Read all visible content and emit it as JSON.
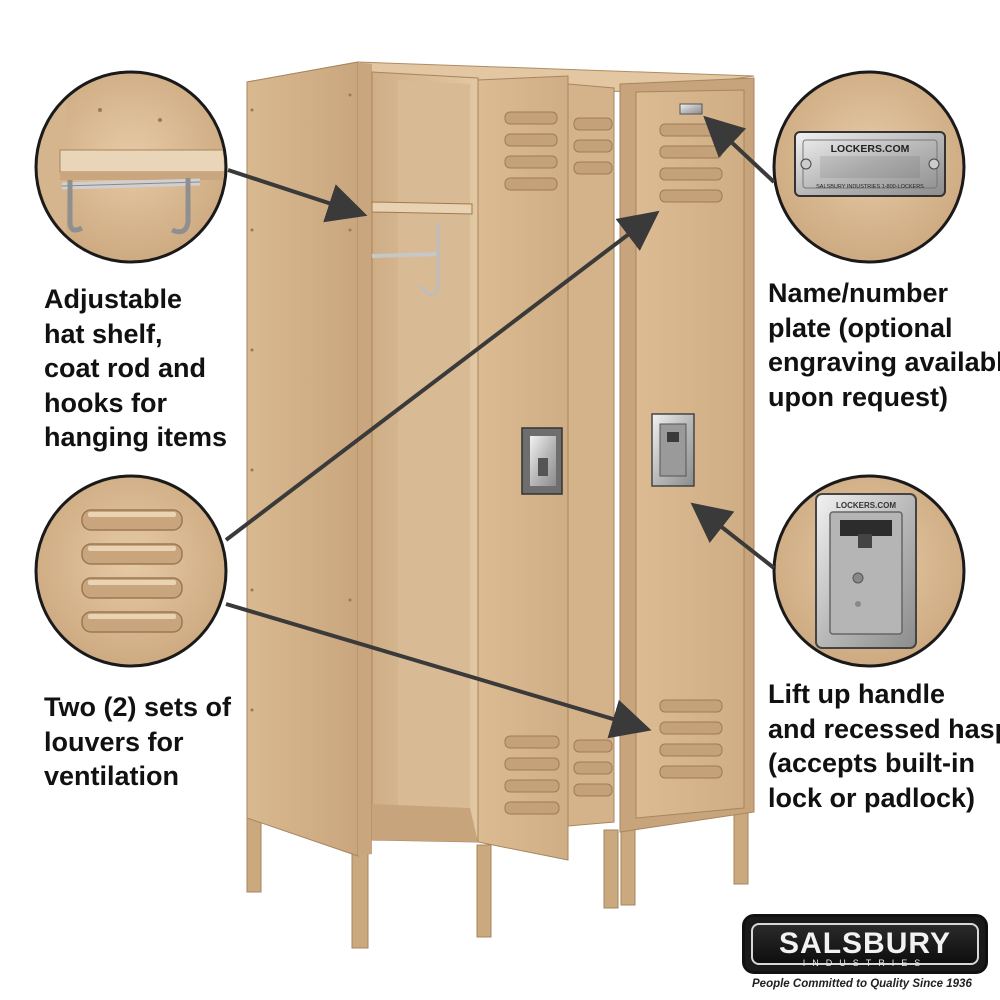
{
  "callouts": {
    "shelf": [
      "Adjustable",
      "hat shelf,",
      "coat rod and",
      "hooks for",
      "hanging items"
    ],
    "plate": [
      "Name/number",
      "plate (optional",
      "engraving available",
      "upon request)"
    ],
    "louvers": [
      "Two (2) sets of",
      "louvers for",
      "ventilation"
    ],
    "handle": [
      "Lift up handle",
      "and recessed hasp",
      "(accepts built-in",
      "lock or padlock)"
    ]
  },
  "nameplate": {
    "top_text": "LOCKERS.COM",
    "bottom_text": "SALSBURY INDUSTRIES   1-800-LOCKERS"
  },
  "handle_zoom_text": "LOCKERS.COM",
  "logo": {
    "brand": "SALSBURY",
    "sub": "INDUSTRIES",
    "tagline": "People Committed to Quality Since 1936"
  },
  "colors": {
    "locker_tan": "#d6b48c",
    "locker_shadow": "#b8966e",
    "arrow": "#3a3a3a",
    "logo_bg": "#1a1a1a"
  }
}
